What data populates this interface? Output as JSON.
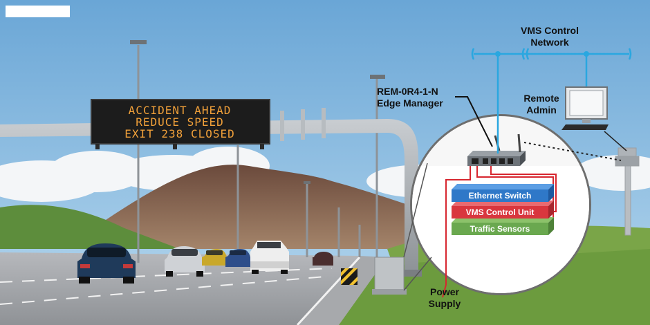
{
  "sign": {
    "line1": "ACCIDENT AHEAD",
    "line2": "REDUCE SPEED",
    "line3": "EXIT 238 CLOSED",
    "text_color": "#f2a13a"
  },
  "labels": {
    "network_line1": "VMS Control",
    "network_line2": "Network",
    "edge_line1": "REM-0R4-1-N",
    "edge_line2": "Edge Manager",
    "admin_line1": "Remote",
    "admin_line2": "Admin",
    "power_line1": "Power",
    "power_line2": "Supply"
  },
  "layers": {
    "ethernet": "Ethernet Switch",
    "vms_unit": "VMS Control Unit",
    "sensors": "Traffic Sensors"
  },
  "colors": {
    "network_line": "#2aa7e0",
    "ethernet_layer": "#2f78c8",
    "vms_layer": "#d9363e",
    "sensors_layer": "#6aa84f",
    "power_wire": "#d7262f"
  }
}
